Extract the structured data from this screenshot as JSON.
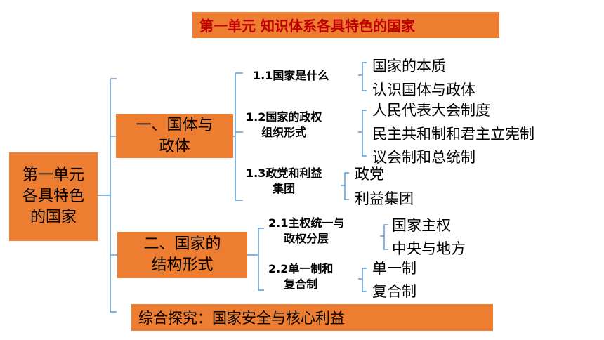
{
  "title": "第一单元  知识体系各具特色的国家",
  "root": {
    "line1": "第一单元",
    "line2": "各具特色",
    "line3": "的国家"
  },
  "branch1": {
    "line1": "一、国体与",
    "line2": "政体",
    "subs": [
      {
        "line1": "1.1国家是什么",
        "line2": "",
        "leaves": [
          "国家的本质",
          "认识国体与政体"
        ]
      },
      {
        "line1": "1.2国家的政权",
        "line2": "组织形式",
        "leaves": [
          "人民代表大会制度",
          "民主共和制和君主立宪制",
          "议会制和总统制"
        ]
      },
      {
        "line1": "1.3政党和利益",
        "line2": "集团",
        "leaves": [
          "政党",
          "利益集团"
        ]
      }
    ]
  },
  "branch2": {
    "line1": "二、国家的",
    "line2": "结构形式",
    "subs": [
      {
        "line1": "2.1主权统一与",
        "line2": "政权分层",
        "leaves": [
          "国家主权",
          "中央与地方"
        ]
      },
      {
        "line1": "2.2单一制和",
        "line2": "复合制",
        "leaves": [
          "单一制",
          "复合制"
        ]
      }
    ]
  },
  "bottom": "综合探究：国家安全与核心利益",
  "colors": {
    "box": "#ED7D31",
    "title_text": "#C00000",
    "bracket": "#5B9BD5"
  }
}
